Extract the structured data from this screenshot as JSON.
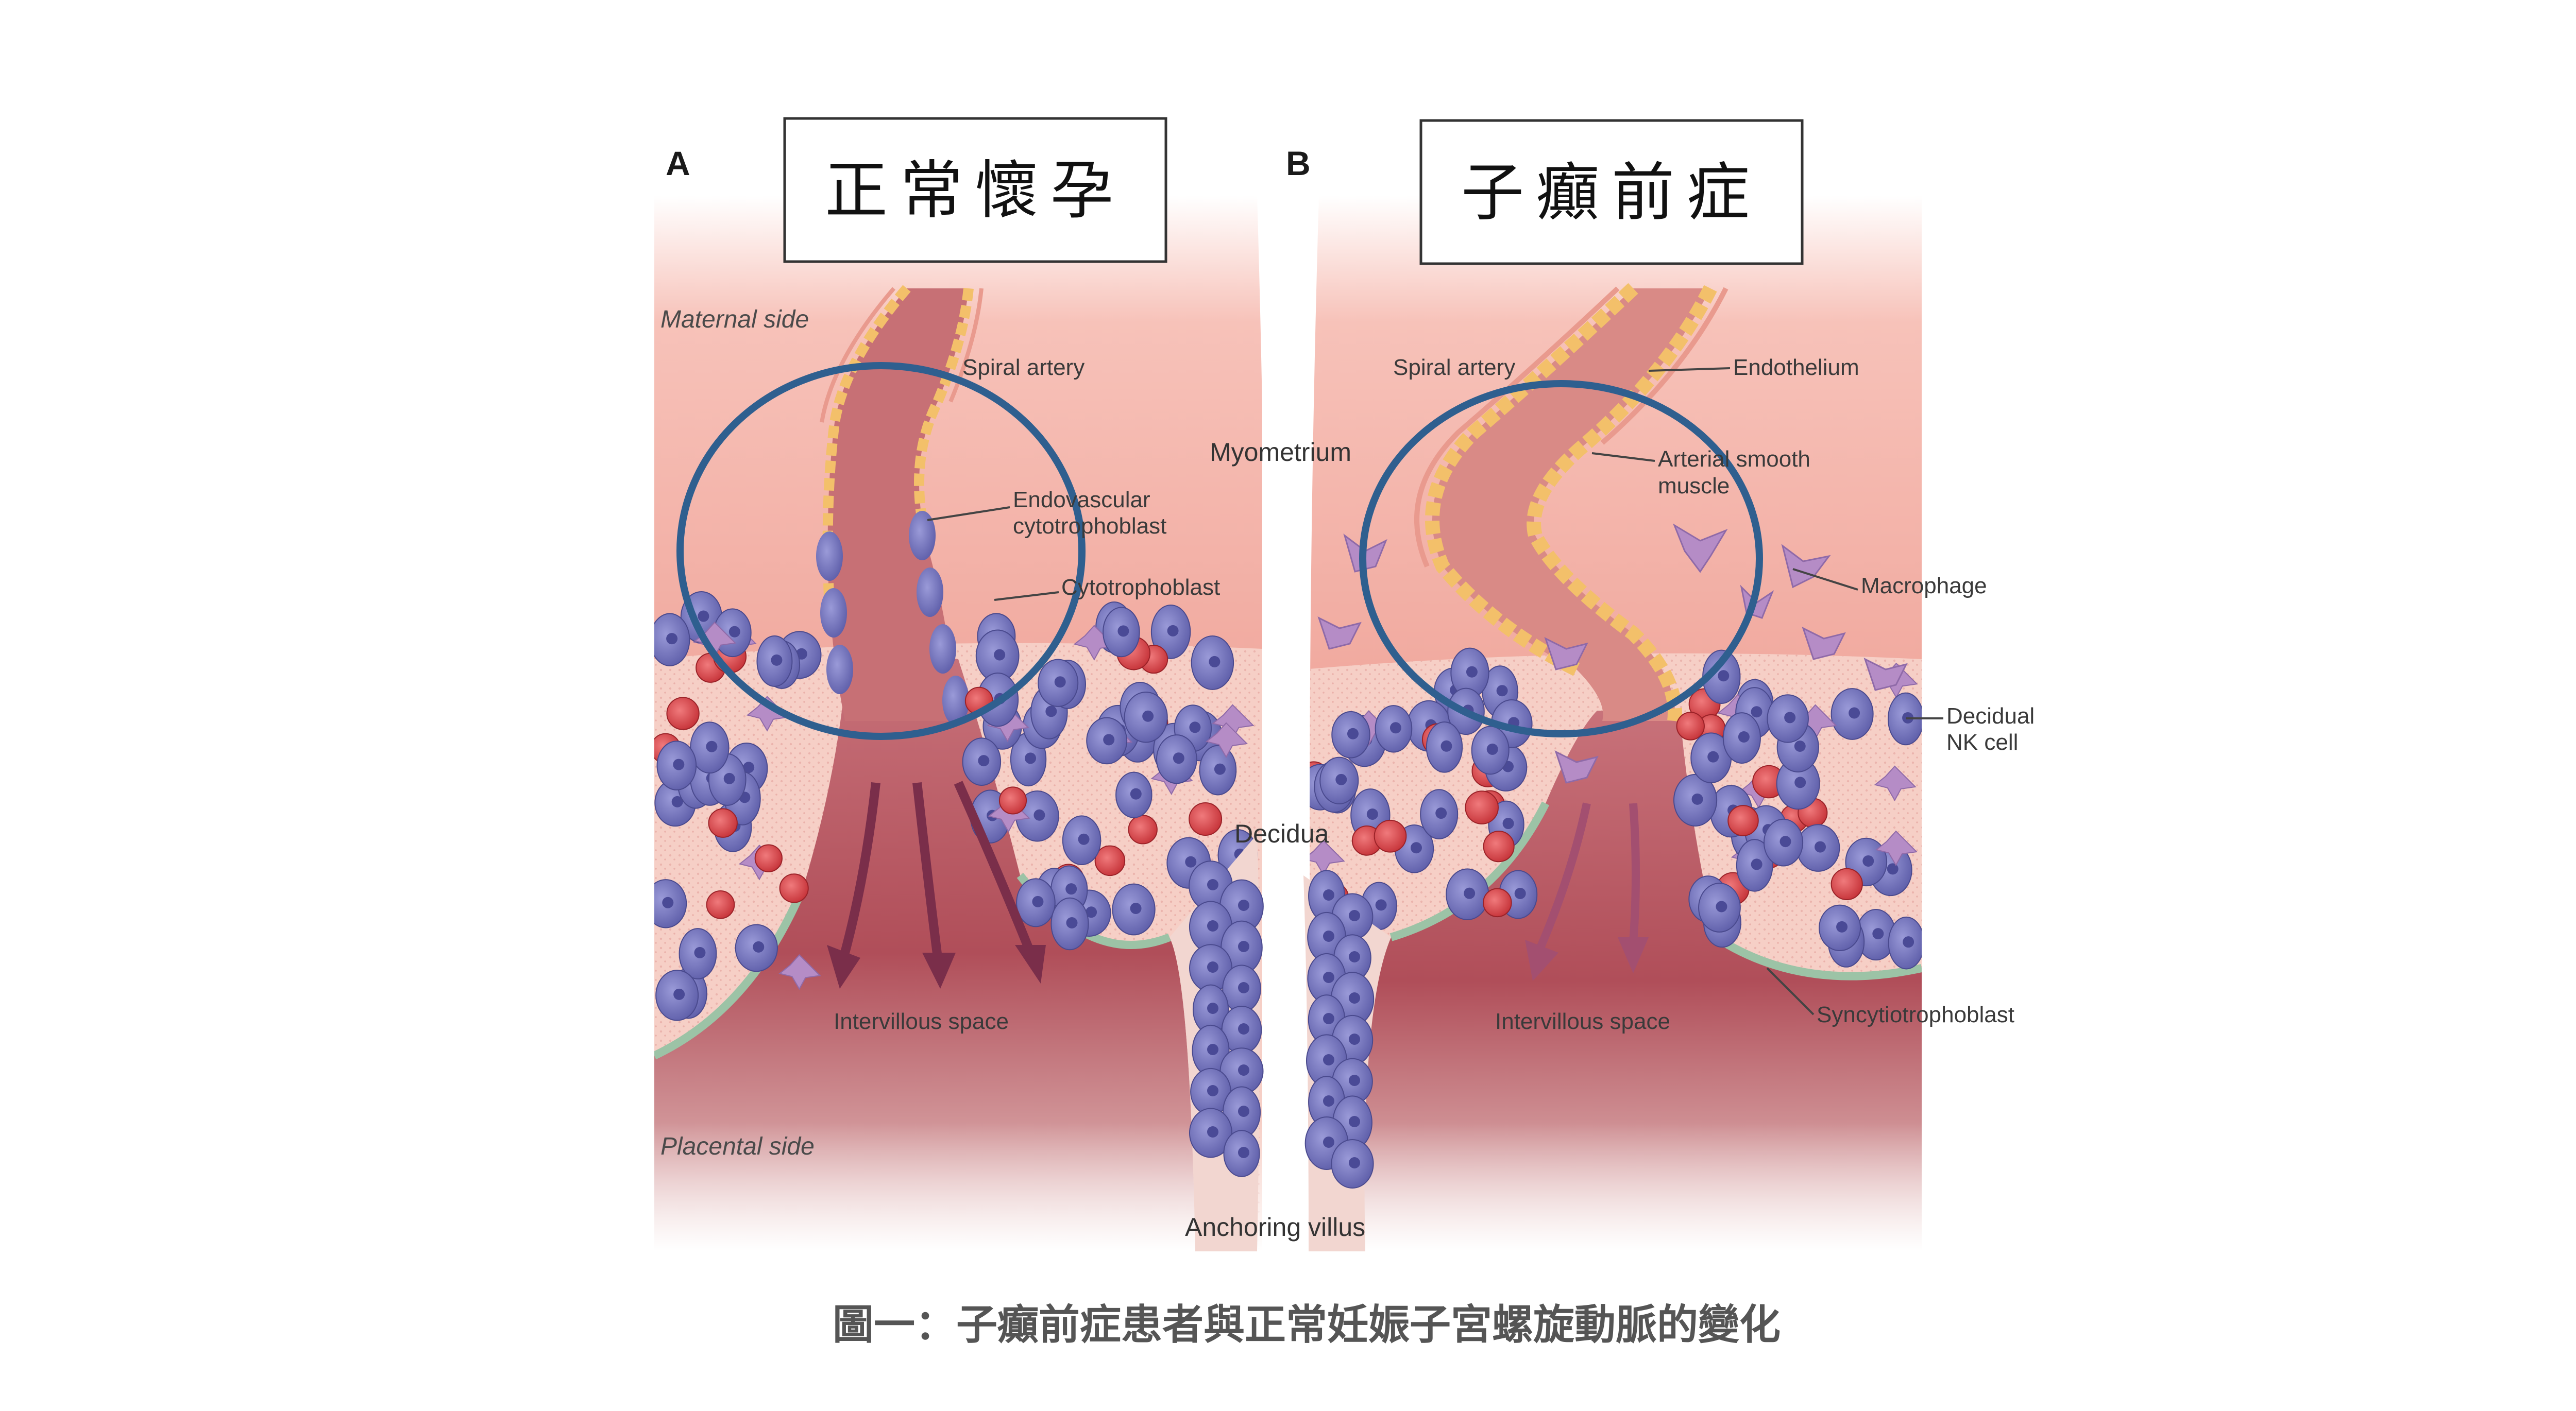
{
  "panels": {
    "a": {
      "letter": "A",
      "title": "正常懷孕",
      "labels": {
        "maternal_side": "Maternal side",
        "spiral_artery": "Spiral artery",
        "endovascular_1": "Endovascular",
        "endovascular_2": "cytotrophoblast",
        "cytotrophoblast": "Cytotrophoblast",
        "intervillous": "Intervillous space",
        "placental_side": "Placental side"
      }
    },
    "b": {
      "letter": "B",
      "title": "子癲前症",
      "labels": {
        "spiral_artery": "Spiral artery",
        "endothelium": "Endothelium",
        "arterial_1": "Arterial smooth",
        "arterial_2": "muscle",
        "macrophage": "Macrophage",
        "decidual_1": "Decidual",
        "decidual_2": "NK cell",
        "intervillous": "Intervillous space",
        "syncytio": "Syncytiotrophoblast"
      }
    }
  },
  "shared_labels": {
    "myometrium": "Myometrium",
    "decidua": "Decidua",
    "anchoring_villus": "Anchoring villus"
  },
  "caption": "圖一：子癲前症患者與正常妊娠子宮螺旋動脈的變化",
  "colors": {
    "myometrium": "#f1a79b",
    "decidua": "#f6cfc6",
    "intervillous": "#b8545e",
    "artery_wall": "#f3c06a",
    "blue_cell": "#6f6fb8",
    "red_cell": "#d13a3f",
    "purple_cell": "#b58cc6",
    "circle": "#2f5f8f"
  }
}
